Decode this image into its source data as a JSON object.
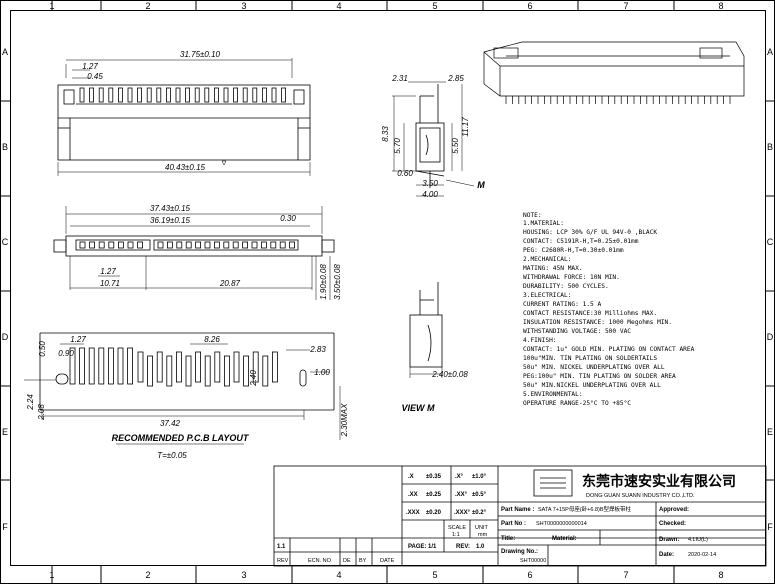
{
  "zones": {
    "columns": [
      "1",
      "2",
      "3",
      "4",
      "5",
      "6",
      "7",
      "8"
    ],
    "rows": [
      "A",
      "B",
      "C",
      "D",
      "E",
      "F"
    ]
  },
  "front_view": {
    "pitch": "1.27",
    "offset": "0.45",
    "pin_span": "31.75±0.10",
    "overall_width": "40.43±0.15"
  },
  "side_view": {
    "top_left": "2.31",
    "top_right": "2.85",
    "height_left": "8.33",
    "height_mid": "5.70",
    "height_right1": "5.50",
    "height_right2": "11.17",
    "bottom1": "0.60",
    "bottom2": "3.50",
    "bottom3": "4.00",
    "datum": "M"
  },
  "top_view": {
    "outer": "37.43±0.15",
    "inner": "36.19±0.15",
    "gap": "0.30",
    "pitch": "1.27",
    "left_span": "10.71",
    "right_span": "20.87",
    "height1": "1.90±0.08",
    "height2": "3.50±0.08"
  },
  "pcb_layout": {
    "pitch": "1.27",
    "d050": "0.50",
    "d090": "0.90",
    "d826": "8.26",
    "d283": "2.83",
    "d100": "1.00",
    "d224": "2.24",
    "d208": "2.08",
    "d240": "2.40",
    "d3742": "37.42",
    "d230": "2.30MAX",
    "title": "RECOMMENDED P.C.B LAYOUT",
    "thickness": "T=±0.05"
  },
  "view_m": {
    "label": "VIEW M",
    "dim": "2.40±0.08"
  },
  "notes": [
    "NOTE:",
    "1.MATERIAL:",
    "  HOUSING: LCP  30% G/F UL 94V-0 ,BLACK",
    "  CONTACT:  C5191R-H,T=0.25±0.01mm",
    "  PEG: C2680R-H,T=0.30±0.01mm",
    "2.MECHANICAL:",
    "  MATING: 45N MAX.",
    "  WITHDRAWAL FORCE: 10N MIN.",
    "  DURABILITY: 500 CYCLES.",
    "3.ELECTRICAL:",
    "  CURRENT RATING: 1.5 A",
    "  CONTACT RESISTANCE:30 Milliohms MAX.",
    "  INSULATION RESISTANCE: 1000 Megohms MIN.",
    "  WITHSTANDING VOLTAGE: 500 VAC",
    "4.FINISH:",
    "  CONTACT: 1u\" GOLD MIN. PLATING ON CONTACT AREA",
    "  100u\"MIN.  TIN PLATING ON SOLDERTAILS",
    "  50u\" MIN. NICKEL UNDERPLATING OVER ALL",
    "  PEG:100u\" MIN.  TIN PLATING ON SOLDER AREA",
    "  50u\" MIN.NICKEL UNDERPLATING OVER ALL",
    "5.ENVIRONMENTAL:",
    "  OPERATURE RANGE-25°C TO +85°C"
  ],
  "title_block": {
    "tol_x": ".X",
    "tol_x_val": "±0.35",
    "tol_xx": ".XX",
    "tol_xx_val": "±0.25",
    "tol_xxx": ".XXX",
    "tol_xxx_val": "±0.20",
    "ang_x": ".X°",
    "ang_x_val": "±1.0°",
    "ang_xx": ".XX°",
    "ang_xx_val": "±0.5°",
    "ang_xxx": ".XXX°",
    "ang_xxx_val": "±0.2°",
    "scale_label": "SCALE",
    "scale_val": "1:1",
    "unit_label": "UNIT",
    "unit_val": "mm",
    "page_label": "PAGE:",
    "page_val": "1/1",
    "rev_label": "REV:",
    "rev_val": "1.0",
    "company": "东莞市速安实业有限公司",
    "company_en": "DONG GUAN SUANN INDUSTRY CO.,LTD.",
    "part_name_label": "Part Name :",
    "part_name": "SATA 7+15P母座(卧+6.8)B型焊板带柱",
    "part_no_label": "Part No :",
    "part_no": "SHT0000000000014",
    "title_label": "Title:",
    "material_label": "Material:",
    "drawing_no_label": "Drawing No.:",
    "drawing_no": "SHT00000",
    "approved_label": "Approved:",
    "checked_label": "Checked:",
    "drawn_label": "Drawn:",
    "drawn_val": "4.LIU(L)",
    "date_label": "Date:",
    "date_val": "2020-02-14",
    "rev_table_label": "1.1",
    "revtable_headers": [
      "REV",
      "ECN. NO",
      "DE",
      "BY",
      "DATE"
    ]
  }
}
